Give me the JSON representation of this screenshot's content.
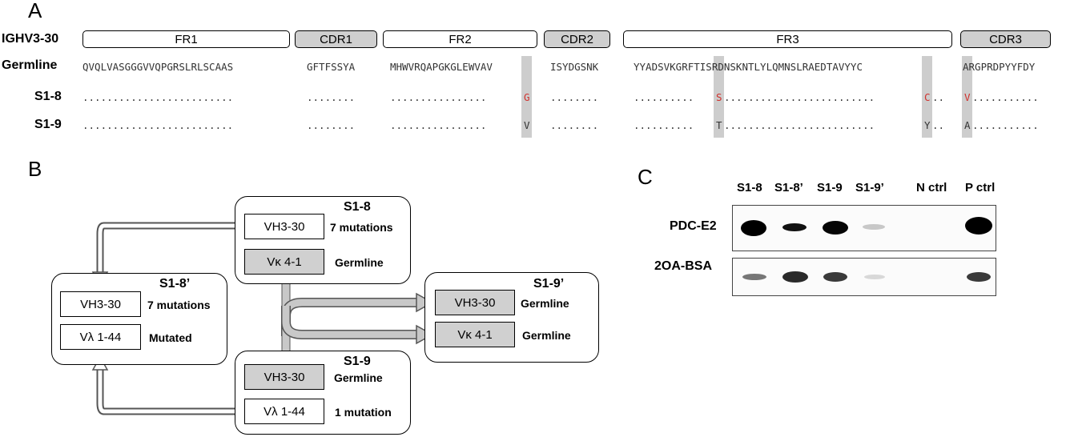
{
  "panel_a": {
    "letter": "A",
    "gene_label": "IGHV3-30",
    "regions": [
      {
        "label": "FR1",
        "type": "fr"
      },
      {
        "label": "CDR1",
        "type": "cdr"
      },
      {
        "label": "FR2",
        "type": "fr"
      },
      {
        "label": "CDR2",
        "type": "cdr"
      },
      {
        "label": "FR3",
        "type": "fr"
      },
      {
        "label": "CDR3",
        "type": "cdr"
      }
    ],
    "germline": {
      "label": "Germline",
      "segments": [
        "QVQLVASGGGVVQPGRSLRLSCAAS",
        "GFTFSSYA",
        "MHWVRQAPGKGLEWVAV",
        "ISYDGSNK",
        "YYADSVKGRFTISRDNSKNTLYLQMNSLRAEDTAVYYC",
        "ARGPRDPYYFDY"
      ]
    },
    "clones": [
      {
        "label": "S1-8",
        "mut_fr2": "G",
        "mut_fr3a": "S",
        "mut_fr3b": "C",
        "mut_cdr3": "V"
      },
      {
        "label": "S1-9",
        "mut_fr2": "V",
        "mut_fr3a": "T",
        "mut_fr3b": "Y",
        "mut_cdr3": "A"
      }
    ],
    "mutation_color": "#d0312d"
  },
  "panel_b": {
    "letter": "B",
    "nodes": {
      "s18": {
        "title": "S1-8",
        "heavy": "VH3-30",
        "heavy_status": "7 mutations",
        "light": "Vκ 4-1",
        "light_status": "Germline"
      },
      "s18p": {
        "title": "S1-8’",
        "heavy": "VH3-30",
        "heavy_status": "7 mutations",
        "light": "Vλ 1-44",
        "light_status": "Mutated"
      },
      "s19": {
        "title": "S1-9",
        "heavy": "VH3-30",
        "heavy_status": "Germline",
        "light": "Vλ 1-44",
        "light_status": "1 mutation"
      },
      "s19p": {
        "title": "S1-9’",
        "heavy": "VH3-30",
        "heavy_status": "Germline",
        "light": "Vκ 4-1",
        "light_status": "Germline"
      }
    },
    "grey_color": "#d0d0d0"
  },
  "panel_c": {
    "letter": "C",
    "lanes": [
      "S1-8",
      "S1-8’",
      "S1-9",
      "S1-9’",
      "N ctrl",
      "P ctrl"
    ],
    "blots": [
      {
        "label": "PDC-E2",
        "intensity": [
          1.0,
          0.75,
          0.95,
          0.2,
          0.0,
          1.0
        ]
      },
      {
        "label": "2OA-BSA",
        "intensity": [
          0.45,
          0.8,
          0.7,
          0.15,
          0.0,
          0.7
        ]
      }
    ]
  }
}
